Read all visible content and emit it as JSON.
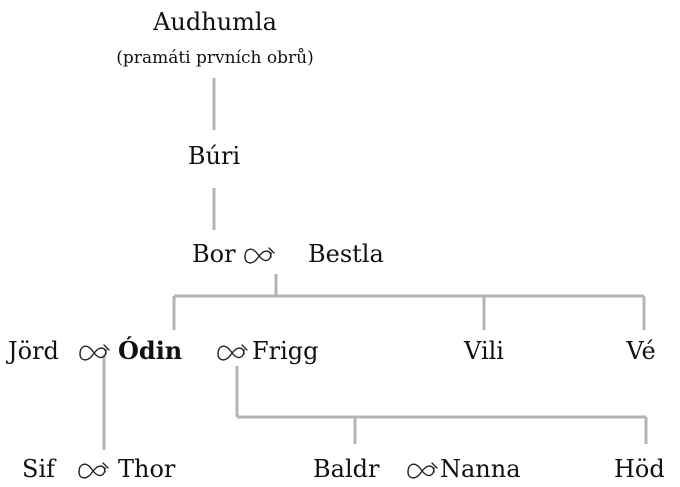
{
  "tree": {
    "audhumla": "Audhumla",
    "audhumla_note": "(pramáti prvních obrů)",
    "buri": "Búri",
    "bor": "Bor",
    "bestla": "Bestla",
    "jord": "Jörd",
    "odin": "Ódin",
    "frigg": "Frigg",
    "vili": "Vili",
    "ve": "Vé",
    "sif": "Sif",
    "thor": "Thor",
    "baldr": "Baldr",
    "nanna": "Nanna",
    "hod": "Höd"
  },
  "marriage_symbol": "marriage-tie-icon"
}
